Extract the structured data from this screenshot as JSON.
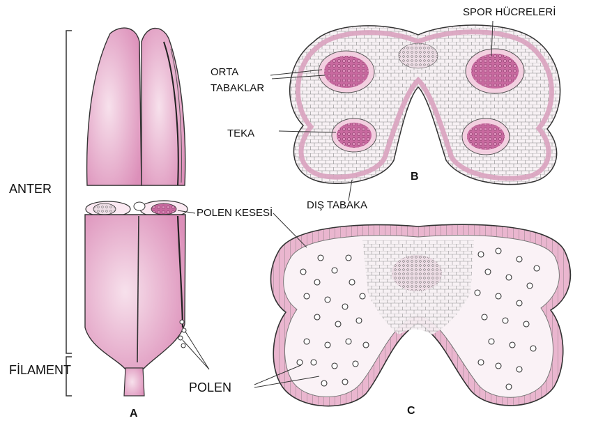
{
  "labels": {
    "anter": "ANTER",
    "filament": "FİLAMENT",
    "polen": "POLEN",
    "polen_kesesi": "POLEN KESESİ",
    "dis_tabaka": "DIŞ TABAKA",
    "teka": "TEKA",
    "orta_tabaklar_line1": "ORTA",
    "orta_tabaklar_line2": "TABAKLAR",
    "spor_hucreleri": "SPOR HÜCRELERİ"
  },
  "panels": {
    "a": "A",
    "b": "B",
    "c": "C"
  },
  "colors": {
    "pink_fill": "#e9a7cb",
    "pink_light": "#f6dce9",
    "spore_mass": "#c8699f",
    "outline": "#3a3a3a"
  }
}
